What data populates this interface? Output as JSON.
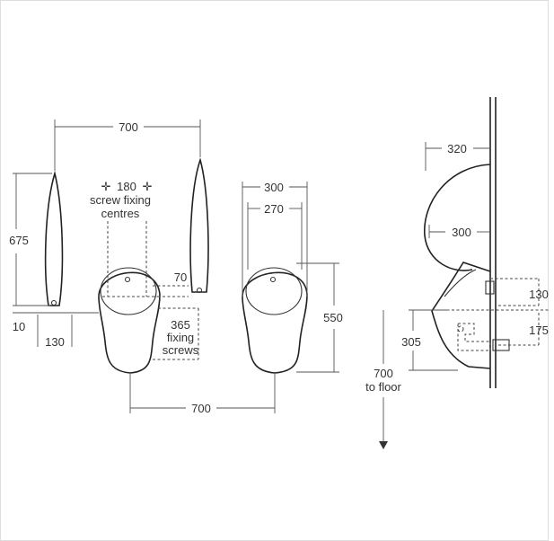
{
  "colors": {
    "line": "#333333",
    "background": "#ffffff",
    "border": "#cccccc"
  },
  "labels": {
    "top_width": "700",
    "left_height": "675",
    "bottom_gap": "10",
    "side_width": "130",
    "screw_centres_value": "180",
    "screw_centres_line1": "screw fixing",
    "screw_centres_line2": "centres",
    "screw_offset": "70",
    "fixing_screws_value": "365",
    "fixing_screws_line1": "fixing",
    "fixing_screws_line2": "screws",
    "bottom_width": "700",
    "front_outer_width": "300",
    "front_inner_width": "270",
    "front_height": "550",
    "side_depth": "320",
    "side_bowl_depth": "300",
    "side_top_offset": "130",
    "side_pipe_offset": "175",
    "side_lower_height": "305",
    "floor_value": "700",
    "floor_text": "to floor"
  }
}
